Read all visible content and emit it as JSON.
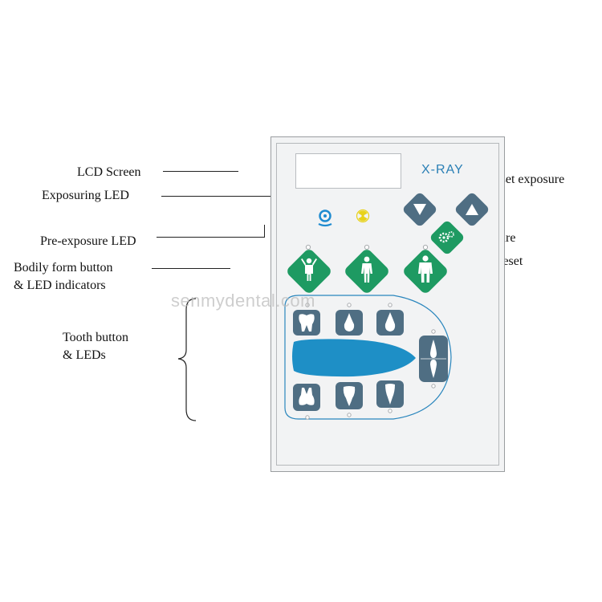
{
  "callouts": {
    "lcd_screen": "LCD Screen",
    "exposuring_led": "Exposuring LED",
    "pre_exposure_led": "Pre-exposure LED",
    "bodily_form_line1": "Bodily  form  button",
    "bodily_form_line2": "& LED indicators",
    "tooth_line1": "Tooth button",
    "tooth_line2": "& LEDs",
    "preset_exposure": "Pre-set    exposure",
    "exposure_times_line1": "Exposure",
    "exposure_times_line2": "times/reset"
  },
  "panel": {
    "brand": "X-RAY"
  },
  "watermark": "senmydental.com",
  "colors": {
    "button_slate": "#4f6e83",
    "button_green": "#1e9a62",
    "tongue_blue": "#1e8fc6",
    "brand_blue": "#2a7fb5",
    "led_blue": "#1f8bd0",
    "led_yellow": "#e8d21a"
  },
  "icons": {
    "exposure_led": "xray-tube-icon",
    "pre_exposure_led": "radiation-icon",
    "reset": "gear-icon",
    "up": "triangle-up-icon",
    "down": "triangle-down-icon",
    "child": "child-icon",
    "adult": "adult-icon",
    "large_adult": "large-adult-icon",
    "molar": "molar-icon",
    "premolar": "premolar-icon",
    "incisor": "incisor-icon",
    "tooth_select": "tooth-column-icon"
  }
}
